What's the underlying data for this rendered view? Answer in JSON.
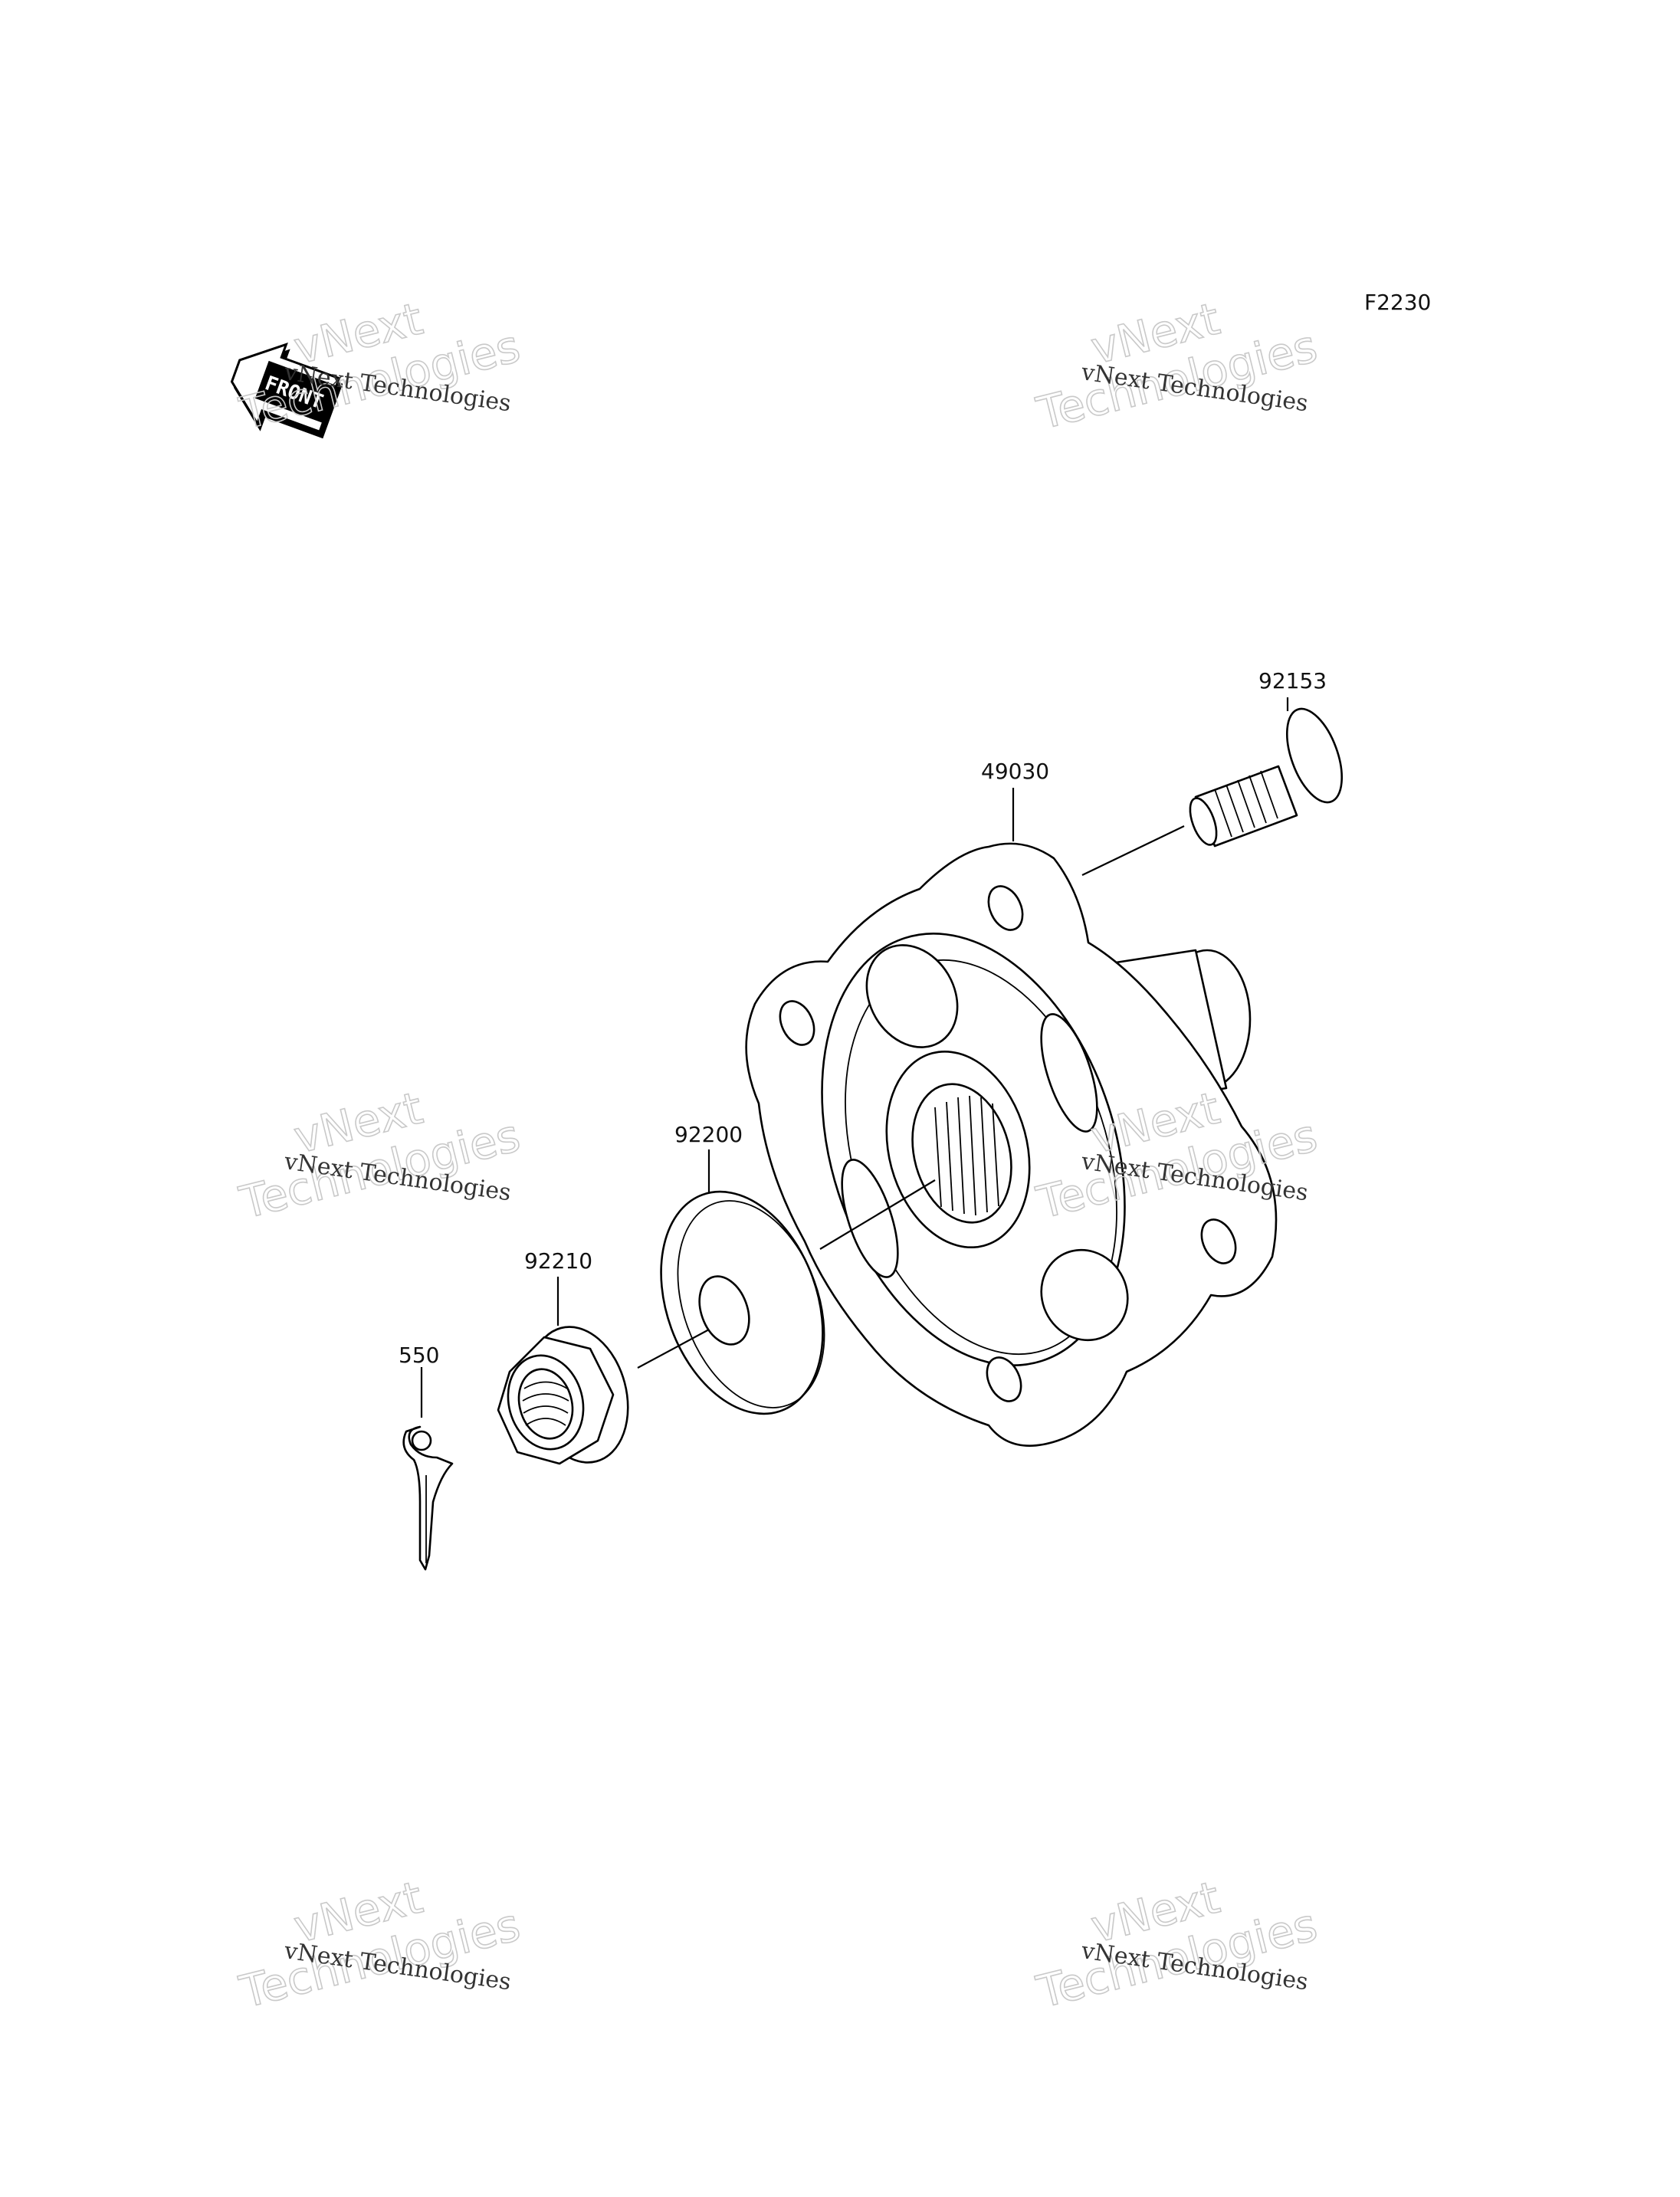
{
  "diagram": {
    "code": "F2230",
    "front_label": "FRONT",
    "parts": [
      {
        "number": "92153",
        "name": "wheel-stud"
      },
      {
        "number": "49030",
        "name": "hub"
      },
      {
        "number": "92200",
        "name": "washer"
      },
      {
        "number": "92210",
        "name": "nut"
      },
      {
        "number": "550",
        "name": "cotter-pin"
      }
    ]
  },
  "watermark": {
    "small": "vNext Technologies",
    "large_top": "vNext",
    "large_bottom": "Technologies"
  }
}
